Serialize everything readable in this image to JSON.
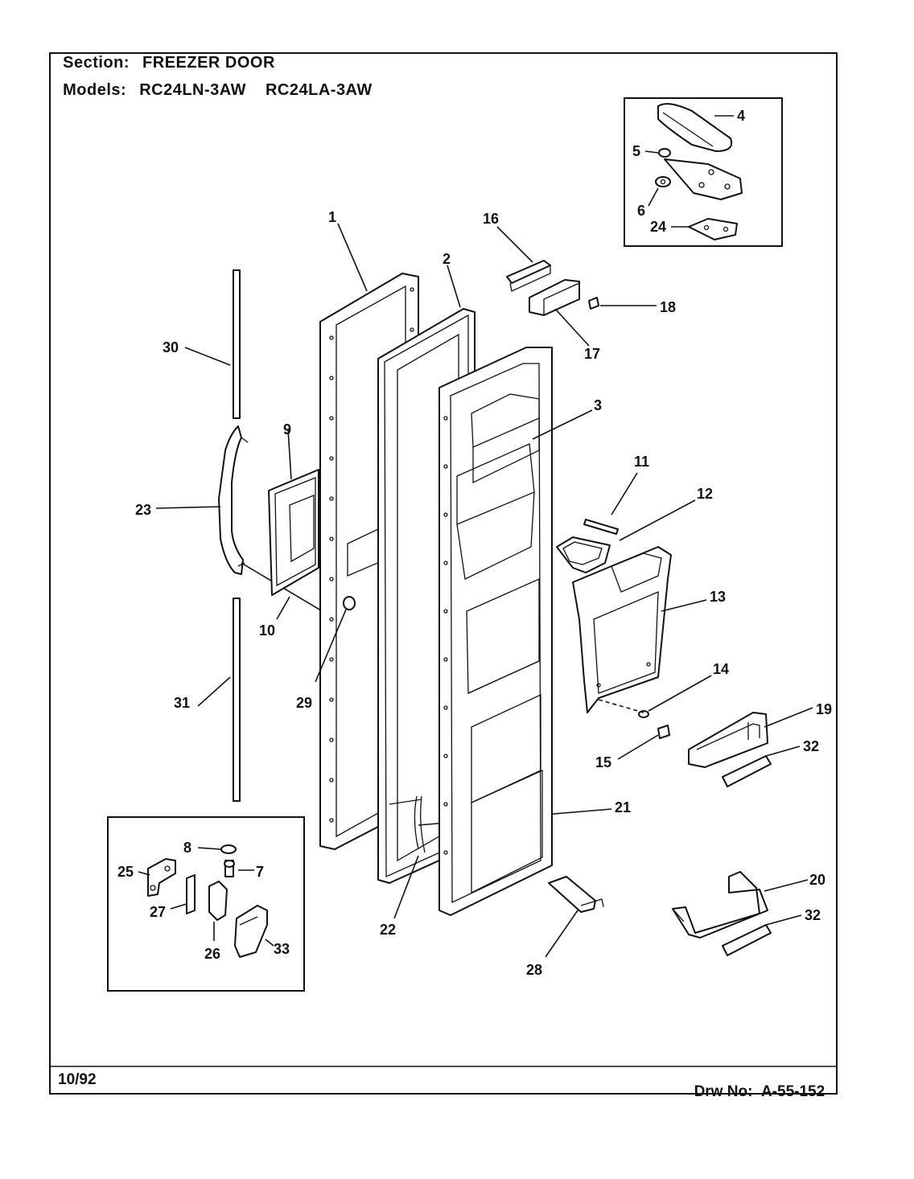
{
  "header": {
    "section_label": "Section:",
    "section_value": "FREEZER DOOR",
    "models_label": "Models:",
    "model_1": "RC24LN-3AW",
    "model_2": "RC24LA-3AW"
  },
  "footer": {
    "date": "10/92",
    "drawing_label": "Drw No:",
    "drawing_number": "A-55-152"
  },
  "callouts": {
    "p1": "1",
    "p2": "2",
    "p3": "3",
    "p4": "4",
    "p5": "5",
    "p6": "6",
    "p7": "7",
    "p8": "8",
    "p9": "9",
    "p10": "10",
    "p11": "11",
    "p12": "12",
    "p13": "13",
    "p14": "14",
    "p15": "15",
    "p16": "16",
    "p17": "17",
    "p18": "18",
    "p19": "19",
    "p20": "20",
    "p21": "21",
    "p22": "22",
    "p23": "23",
    "p24": "24",
    "p25": "25",
    "p26": "26",
    "p27": "27",
    "p28": "28",
    "p29": "29",
    "p30": "30",
    "p31": "31",
    "p32a": "32",
    "p32b": "32",
    "p33": "33"
  }
}
